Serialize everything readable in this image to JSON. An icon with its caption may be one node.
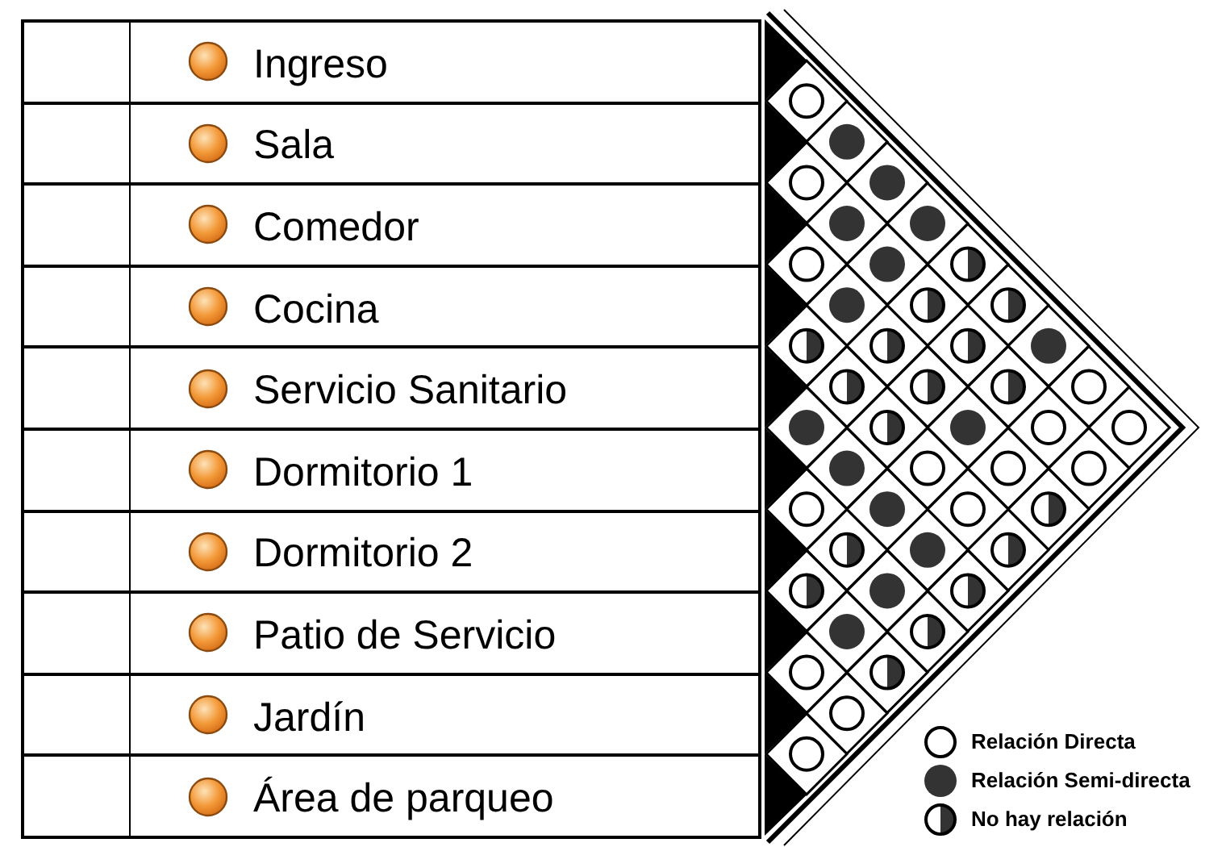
{
  "diagram": {
    "nodes": [
      {
        "text": [
          "Ingreso"
        ]
      },
      {
        "text": [
          "Sala"
        ]
      },
      {
        "text": [
          "Comedor"
        ]
      },
      {
        "text": [
          "Cocina"
        ]
      },
      {
        "text": [
          "Servicio Sanitario"
        ]
      },
      {
        "text": [
          "Dormitorio 1"
        ]
      },
      {
        "text": [
          "Dormitorio 2"
        ]
      },
      {
        "text": [
          "Patio de Servicio"
        ]
      },
      {
        "text": [
          "Jardín"
        ]
      },
      {
        "text": [
          "Área de parqueo"
        ]
      },
      {
        "text": [],
        "shape": "circle"
      },
      {
        "text": [],
        "shape": "dot"
      },
      {
        "text": [],
        "shape": "circle"
      },
      {
        "text": [],
        "shape": "dot"
      },
      {
        "text": [],
        "shape": "dot"
      },
      {
        "text": [],
        "shape": "dot"
      },
      {
        "text": [],
        "shape": "circle"
      },
      {
        "text": [],
        "shape": "dot"
      },
      {
        "text": [],
        "shape": "half-circle"
      },
      {
        "text": [],
        "shape": "dot"
      },
      {
        "text": [],
        "shape": "half-circle"
      },
      {
        "text": [],
        "shape": "half-circle"
      },
      {
        "text": [],
        "shape": "half-circle"
      },
      {
        "text": [],
        "shape": "half-circle"
      },
      {
        "text": [],
        "shape": "half-circle"
      },
      {
        "text": [],
        "shape": "dot"
      },
      {
        "text": [],
        "shape": "half-circle"
      },
      {
        "text": [],
        "shape": "half-circle"
      },
      {
        "text": [],
        "shape": "half-circle"
      },
      {
        "text": [],
        "shape": "circle"
      },
      {
        "text": [],
        "shape": "dot"
      },
      {
        "text": [],
        "shape": "half-circle"
      },
      {
        "text": [],
        "shape": "dot"
      },
      {
        "text": [],
        "shape": "circle"
      },
      {
        "text": [],
        "shape": "circle"
      },
      {
        "text": [],
        "shape": "dot"
      },
      {
        "text": [],
        "shape": "circle"
      },
      {
        "text": [],
        "shape": "circle"
      },
      {
        "text": [],
        "shape": "circle"
      },
      {
        "text": [],
        "shape": "circle"
      },
      {
        "text": [],
        "shape": "dot"
      },
      {
        "text": [],
        "shape": "circle"
      },
      {
        "text": [],
        "shape": "half-circle"
      },
      {
        "text": [],
        "shape": "half-circle"
      },
      {
        "text": [],
        "shape": "dot"
      },
      {
        "text": [],
        "shape": "half-circle"
      },
      {
        "text": [],
        "shape": "half-circle"
      },
      {
        "text": [],
        "shape": "dot"
      },
      {
        "text": [],
        "shape": "half-circle"
      },
      {
        "text": [],
        "shape": "dot"
      },
      {
        "text": [],
        "shape": "half-circle"
      },
      {
        "text": [],
        "shape": "circle"
      },
      {
        "text": [],
        "shape": "half-circle"
      },
      {
        "text": [],
        "shape": "circle"
      },
      {
        "text": [],
        "shape": "circle"
      }
    ],
    "legend": [
      {
        "text": "Relación Directa"
      },
      {
        "text": "Relación Semi-directa"
      },
      {
        "text": "No hay relación"
      }
    ]
  }
}
